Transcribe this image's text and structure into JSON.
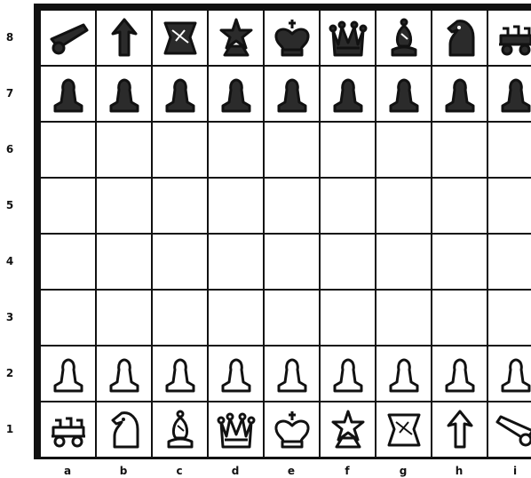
{
  "board": {
    "ranks": [
      "8",
      "7",
      "6",
      "5",
      "4",
      "3",
      "2",
      "1"
    ],
    "files": [
      "a",
      "b",
      "c",
      "d",
      "e",
      "f",
      "g",
      "h",
      "i"
    ],
    "colors": {
      "frame": "#111111",
      "square": "#ffffff",
      "black_piece": "#2b2b2b",
      "white_piece": "#ffffff",
      "outline": "#111111"
    },
    "rows": [
      [
        "cannon",
        "arrow",
        "shield",
        "star",
        "king",
        "queen",
        "bishop",
        "knight",
        "rook"
      ],
      [
        "pawn",
        "pawn",
        "pawn",
        "pawn",
        "pawn",
        "pawn",
        "pawn",
        "pawn",
        "pawn"
      ],
      [
        "",
        "",
        "",
        "",
        "",
        "",
        "",
        "",
        ""
      ],
      [
        "",
        "",
        "",
        "",
        "",
        "",
        "",
        "",
        ""
      ],
      [
        "",
        "",
        "",
        "",
        "",
        "",
        "",
        "",
        ""
      ],
      [
        "",
        "",
        "",
        "",
        "",
        "",
        "",
        "",
        ""
      ],
      [
        "pawn",
        "pawn",
        "pawn",
        "pawn",
        "pawn",
        "pawn",
        "pawn",
        "pawn",
        "pawn"
      ],
      [
        "rook",
        "knight",
        "bishop",
        "queen",
        "king",
        "star",
        "shield",
        "arrow",
        "cannon-flipped"
      ]
    ],
    "row_colors": [
      "black",
      "black",
      "",
      "",
      "",
      "",
      "white",
      "white"
    ]
  }
}
